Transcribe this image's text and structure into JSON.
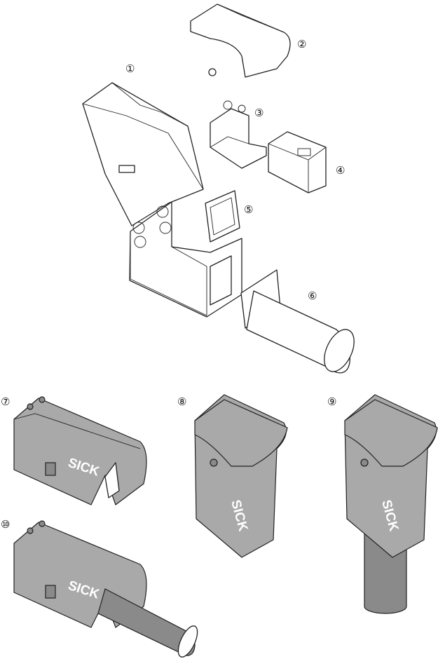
{
  "diagram": {
    "callouts": [
      "①",
      "②",
      "③",
      "④",
      "⑤",
      "⑥",
      "⑦",
      "⑧",
      "⑨",
      "⑩"
    ],
    "brand_logo": "SICK",
    "colors": {
      "housing": "#a9a9a9",
      "tube": "#8a8a8a",
      "line": "#222222"
    }
  }
}
